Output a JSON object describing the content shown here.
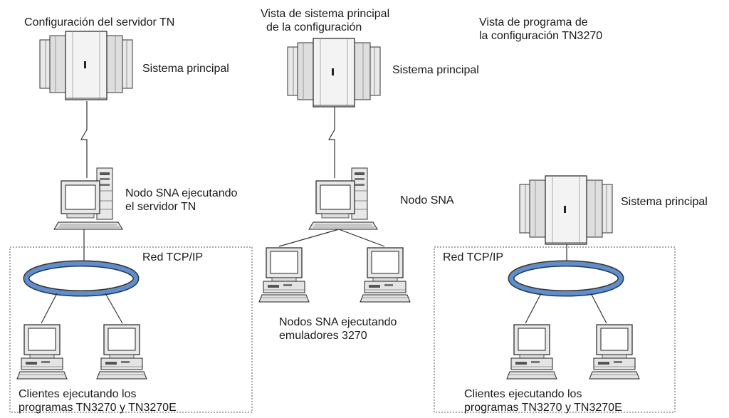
{
  "panels": {
    "left": {
      "title": "Configuración del servidor TN",
      "host_label": "Sistema principal",
      "node_label": [
        "Nodo SNA ejecutando",
        "el servidor TN"
      ],
      "network_label": "Red TCP/IP",
      "clients_label": [
        "Clientes ejecutando los",
        "programas TN3270 y TN3270E"
      ]
    },
    "middle": {
      "title": [
        "Vista de sistema principal",
        "de la configuración"
      ],
      "host_label": "Sistema principal",
      "node_label": "Nodo SNA",
      "emulators_label": [
        "Nodos SNA ejecutando",
        "emuladores 3270"
      ]
    },
    "right": {
      "title": [
        "Vista de programa de",
        "la configuración TN3270"
      ],
      "host_label": "Sistema principal",
      "network_label": "Red TCP/IP",
      "clients_label": [
        "Clientes ejecutando los",
        "programas TN3270 y TN3270E"
      ]
    }
  },
  "colors": {
    "ring_blue": "#5b8ed3",
    "line": "#333333",
    "device_fill": "#ececec",
    "screen": "#ffffff"
  },
  "icons": [
    "mainframe-icon",
    "workstation-tower-icon",
    "token-ring-icon",
    "terminal-pc-icon",
    "lightning-link-icon"
  ]
}
